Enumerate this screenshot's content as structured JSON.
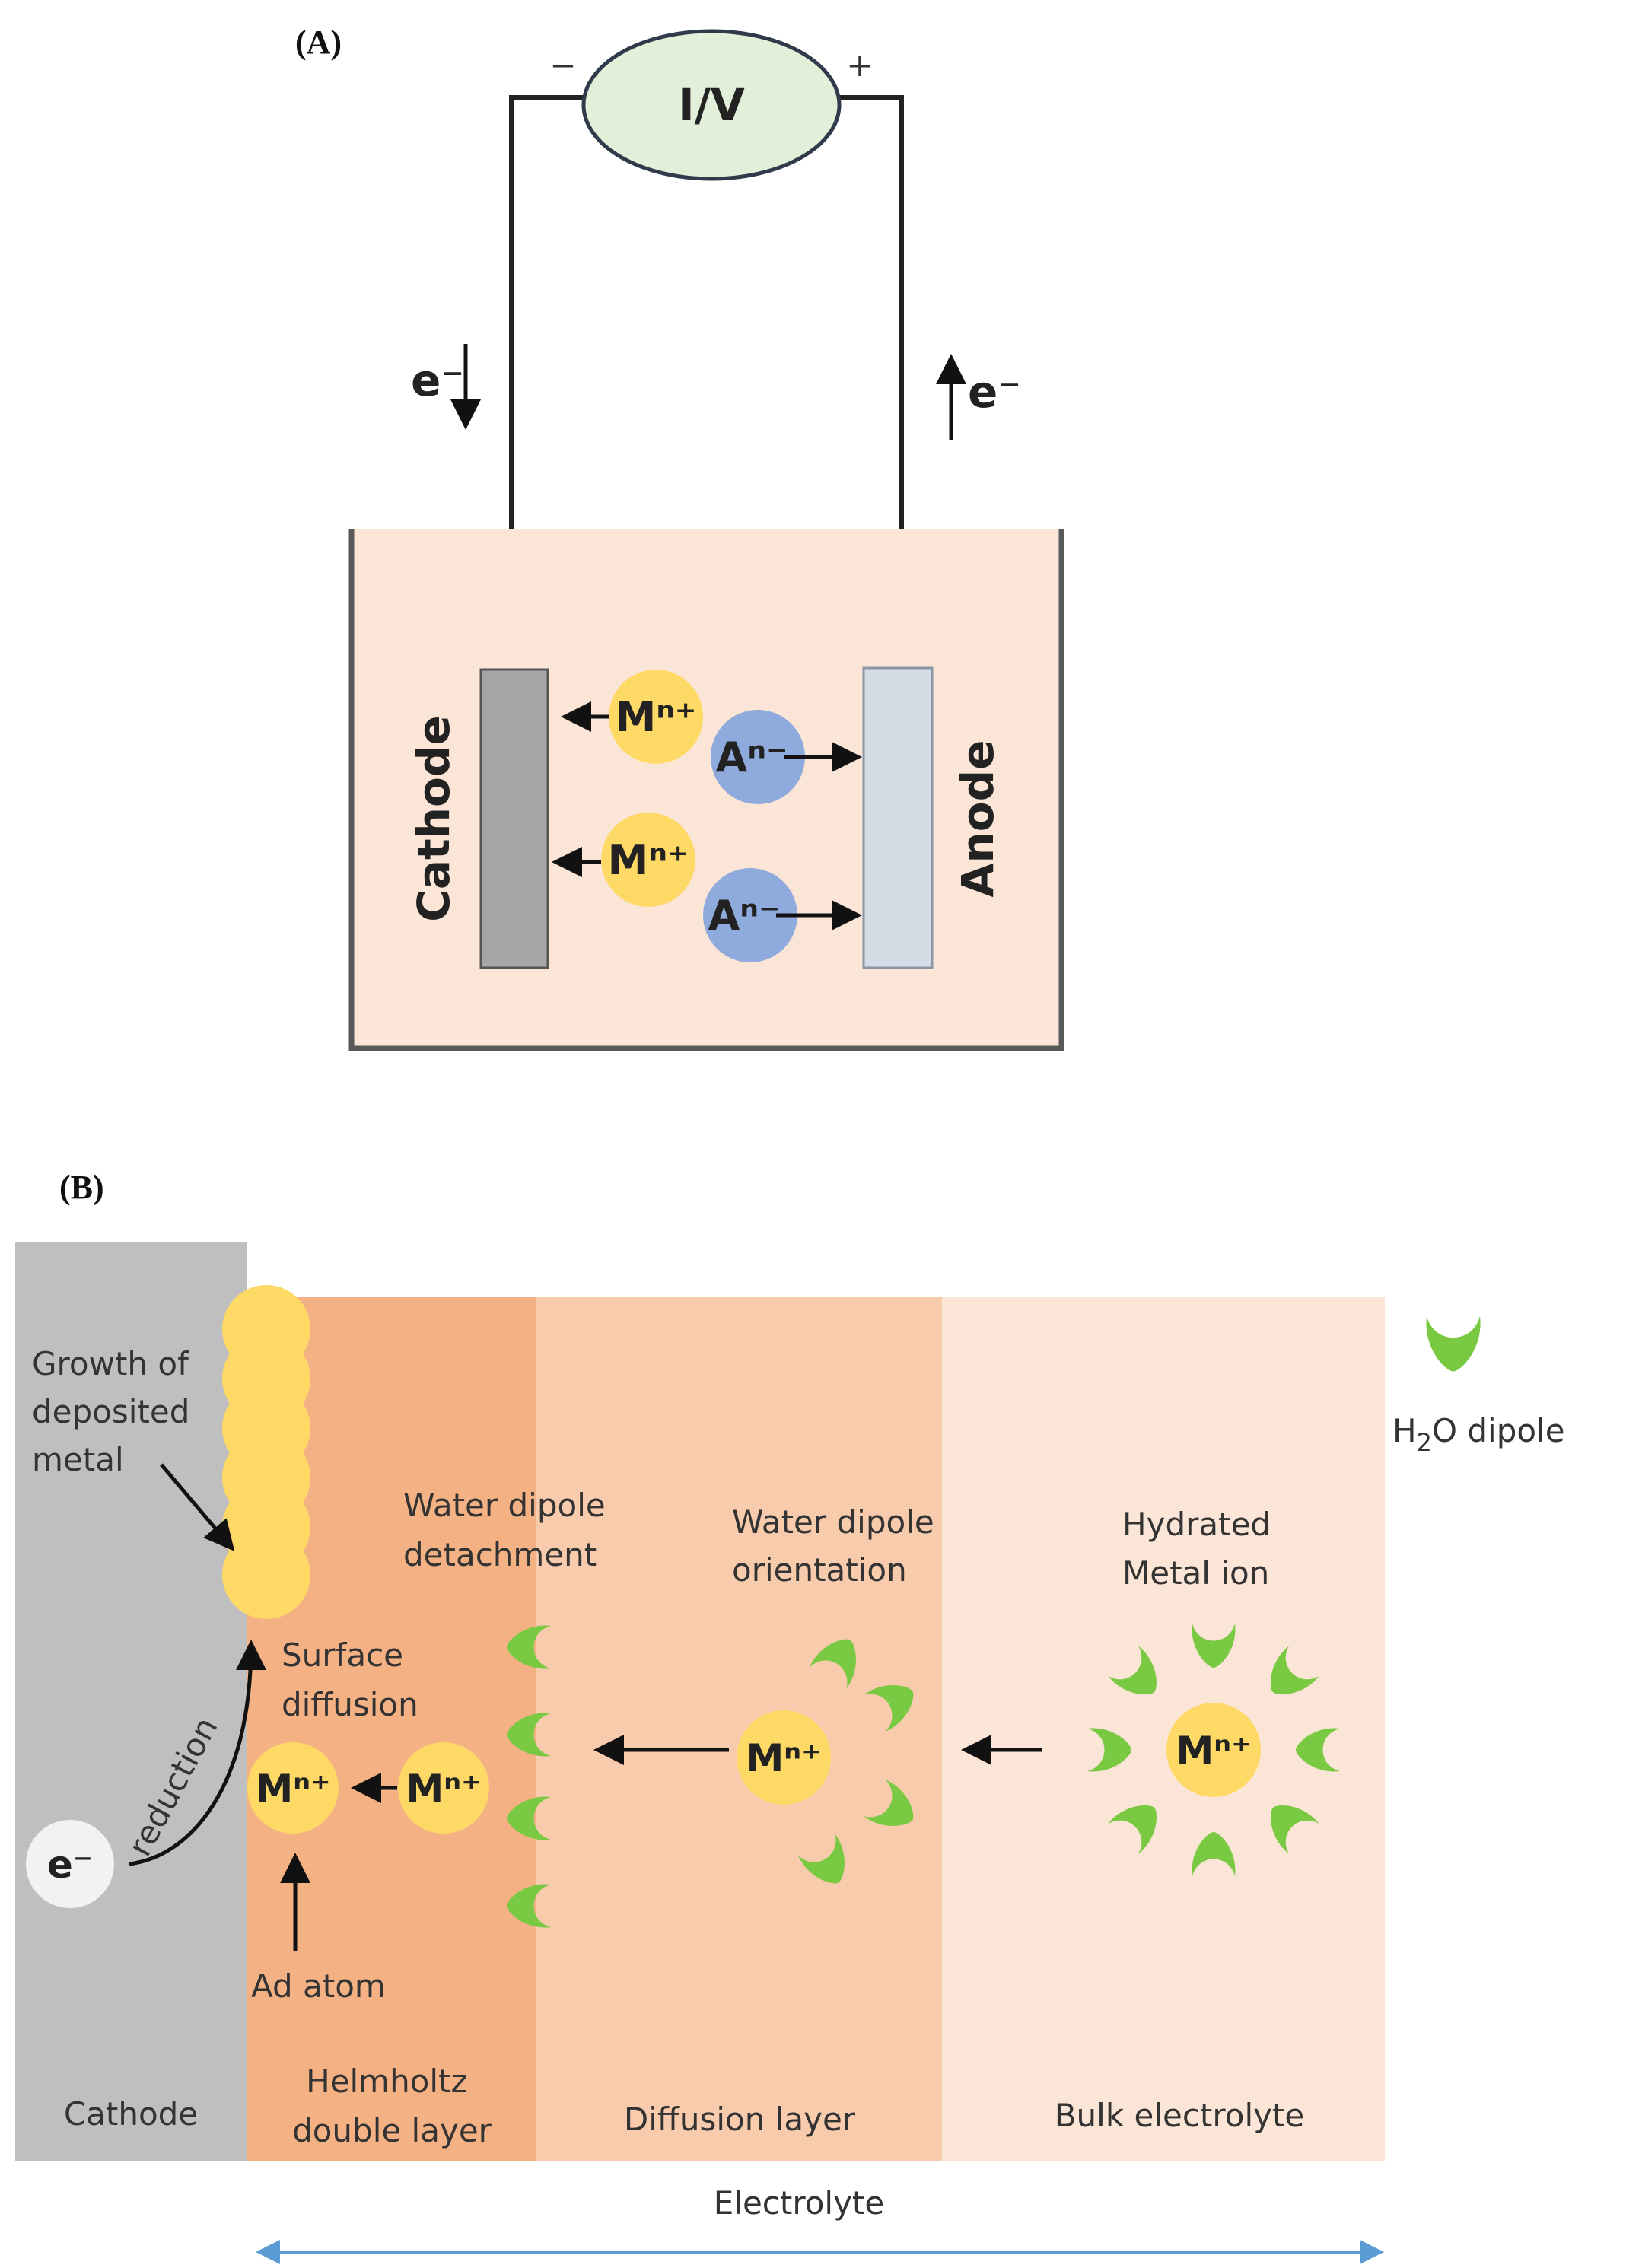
{
  "panel_a": {
    "label": "(A)",
    "meter_label": "I/V",
    "minus": "−",
    "plus": "+",
    "electron_left": "e⁻",
    "electron_right": "e⁻",
    "cathode": "Cathode",
    "anode": "Anode",
    "cation": "Mⁿ⁺",
    "anion": "Aⁿ⁻"
  },
  "panel_b": {
    "label": "(B)",
    "growth_text": [
      "Growth of",
      "deposited",
      "metal"
    ],
    "detachment_text": [
      "Water dipole",
      "detachment"
    ],
    "orientation_text": [
      "Water dipole",
      "orientation"
    ],
    "hydrated_text": [
      "Hydrated",
      "Metal ion"
    ],
    "surface_diffusion_text": [
      "Surface",
      "diffusion"
    ],
    "reduction": "reduction",
    "electron": "e⁻",
    "cation": "Mⁿ⁺",
    "ad_atom": "Ad atom",
    "legend": {
      "prefix": "H",
      "sub": "2",
      "suffix": "O dipole"
    },
    "regions": {
      "cathode": "Cathode",
      "helmholtz": [
        "Helmholtz",
        "double layer"
      ],
      "diffusion": "Diffusion layer",
      "bulk": "Bulk electrolyte"
    },
    "electrolyte": "Electrolyte"
  },
  "colors": {
    "meter_fill": "#e2f0d9",
    "bath": "#fbe5d6",
    "cathode_electrode": "#a6a6a6",
    "anode_electrode": "#d6dce5",
    "cation": "#ffd966",
    "anion": "#8faadc",
    "cathode_region": "#bfbfbf",
    "helmholtz_region": "#f4b183",
    "diffusion_region": "#f8cbad",
    "bulk_region": "#fbe5d6",
    "dipole": "#7ac943",
    "electrolyte_arrow": "#5b9bd5"
  }
}
